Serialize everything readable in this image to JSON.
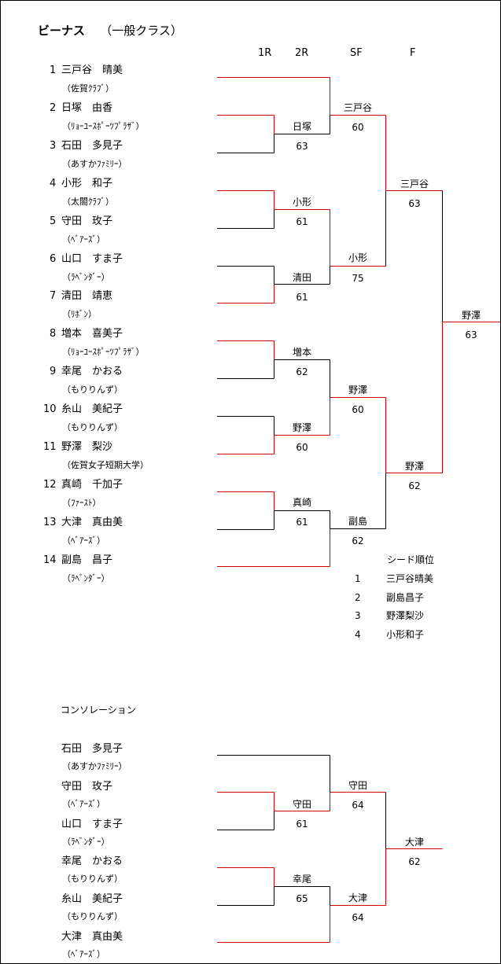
{
  "title": "ビーナス",
  "subtitle": "（一般クラス）",
  "rounds": [
    "1R",
    "2R",
    "SF",
    "F"
  ],
  "players": [
    {
      "no": "1",
      "name": "三戸谷　晴美",
      "club": "（佐賀ｸﾗﾌﾞ）"
    },
    {
      "no": "2",
      "name": "日塚　由香",
      "club": "（ﾘｮｰﾕｰｽﾎﾟｰﾂﾌﾟﾗｻﾞ）"
    },
    {
      "no": "3",
      "name": "石田　多見子",
      "club": "（あすかﾌｧﾐﾘｰ）"
    },
    {
      "no": "4",
      "name": "小形　和子",
      "club": "（太閤ｸﾗﾌﾞ）"
    },
    {
      "no": "5",
      "name": "守田　玫子",
      "club": "（ﾍﾞｱｰｽﾞ）"
    },
    {
      "no": "6",
      "name": "山口　すま子",
      "club": "（ﾗﾍﾞﾝﾀﾞｰ）"
    },
    {
      "no": "7",
      "name": "清田　靖恵",
      "club": "（ﾘﾎﾞﾝ）"
    },
    {
      "no": "8",
      "name": "増本　喜美子",
      "club": "（ﾘｮｰﾕｰｽﾎﾟｰﾂﾌﾟﾗｻﾞ）"
    },
    {
      "no": "9",
      "name": "幸尾　かおる",
      "club": "（もりりんず）"
    },
    {
      "no": "10",
      "name": "糸山　美紀子",
      "club": "（もりりんず）"
    },
    {
      "no": "11",
      "name": "野澤　梨沙",
      "club": "（佐賀女子短期大学）"
    },
    {
      "no": "12",
      "name": "真崎　千加子",
      "club": "（ﾌｧｰｽﾄ）"
    },
    {
      "no": "13",
      "name": "大津　真由美",
      "club": "（ﾍﾞｱｰｽﾞ）"
    },
    {
      "no": "14",
      "name": "副島　昌子",
      "club": "（ﾗﾍﾞﾝﾀﾞｰ）"
    }
  ],
  "results": {
    "r2_a": {
      "name": "日塚",
      "score": "63"
    },
    "r2_b": {
      "name": "小形",
      "score": "61"
    },
    "r2_c": {
      "name": "清田",
      "score": "61"
    },
    "r2_d": {
      "name": "増本",
      "score": "62"
    },
    "r2_e": {
      "name": "野澤",
      "score": "60"
    },
    "r2_f": {
      "name": "真崎",
      "score": "61"
    },
    "sf_a": {
      "name": "三戸谷",
      "score": "60"
    },
    "sf_b": {
      "name": "小形",
      "score": "75"
    },
    "sf_c": {
      "name": "野澤",
      "score": "60"
    },
    "sf_d": {
      "name": "副島",
      "score": "62"
    },
    "f_a": {
      "name": "三戸谷",
      "score": "63"
    },
    "f_b": {
      "name": "野澤",
      "score": "62"
    },
    "champion": {
      "name": "野澤",
      "score": "63"
    }
  },
  "seeds": {
    "heading": "シード順位",
    "items": [
      {
        "rank": "1",
        "name": "三戸谷晴美"
      },
      {
        "rank": "2",
        "name": "副島昌子"
      },
      {
        "rank": "3",
        "name": "野澤梨沙"
      },
      {
        "rank": "4",
        "name": "小形和子"
      }
    ]
  },
  "consolation": {
    "heading": "コンソレーション",
    "players": [
      {
        "name": "石田　多見子",
        "club": "（あすかﾌｧﾐﾘｰ）"
      },
      {
        "name": "守田　玫子",
        "club": "（ﾍﾞｱｰｽﾞ）"
      },
      {
        "name": "山口　すま子",
        "club": "（ﾗﾍﾞﾝﾀﾞｰ）"
      },
      {
        "name": "幸尾　かおる",
        "club": "（もりりんず）"
      },
      {
        "name": "糸山　美紀子",
        "club": "（もりりんず）"
      },
      {
        "name": "大津　真由美",
        "club": "（ﾍﾞｱｰｽﾞ）"
      }
    ],
    "results": {
      "r_a": {
        "name": "守田",
        "score": "61"
      },
      "r_b": {
        "name": "幸尾",
        "score": "65"
      },
      "sf_a": {
        "name": "守田",
        "score": "64"
      },
      "sf_b": {
        "name": "大津",
        "score": "64"
      },
      "final": {
        "name": "大津",
        "score": "62"
      }
    }
  },
  "colors": {
    "winner_line": "#d00000",
    "line": "#000000"
  }
}
